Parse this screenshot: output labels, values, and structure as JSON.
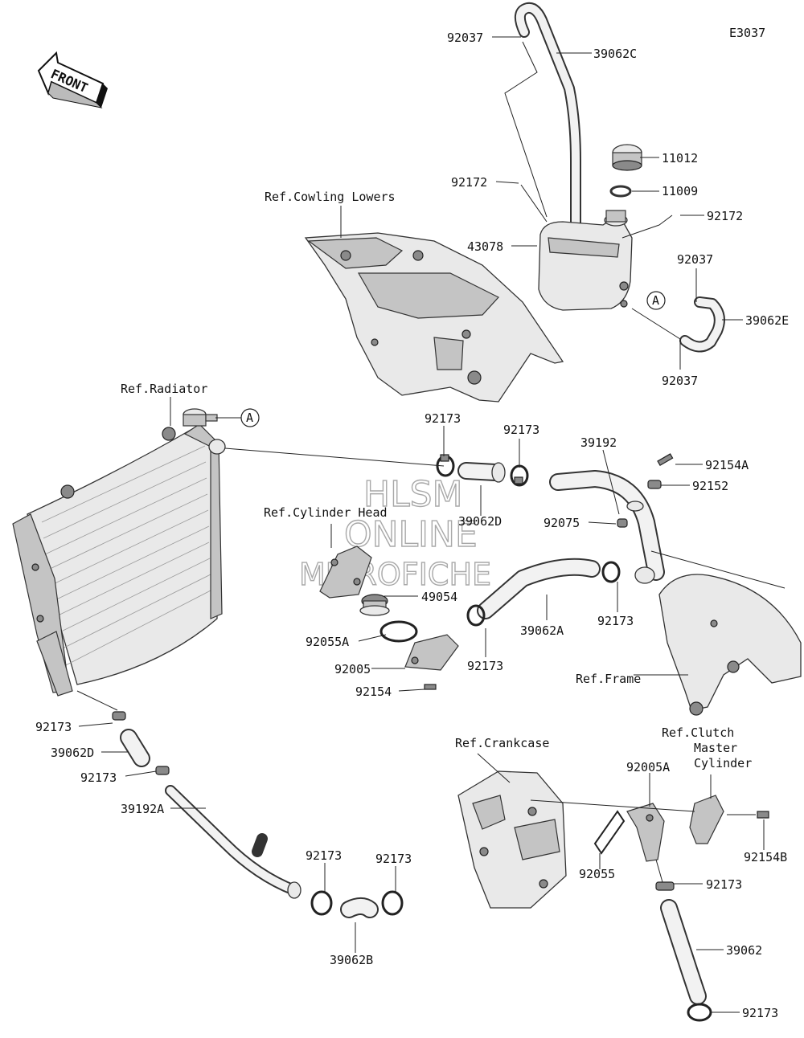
{
  "diagram_code": "E3037",
  "front_label": "FRONT",
  "watermark": [
    "HLSM",
    "ONLINE",
    "MICROFICHE"
  ],
  "callout_letter": "A",
  "refs": {
    "cowling_lowers": "Ref.Cowling Lowers",
    "radiator": "Ref.Radiator",
    "cylinder_head": "Ref.Cylinder Head",
    "frame": "Ref.Frame",
    "crankcase": "Ref.Crankcase",
    "clutch_master_cylinder": [
      "Ref.Clutch",
      "Master",
      "Cylinder"
    ]
  },
  "parts": {
    "p92037_top": "92037",
    "p39062C": "39062C",
    "p11012": "11012",
    "p11009": "11009",
    "p92172_left": "92172",
    "p92172_right": "92172",
    "p43078": "43078",
    "p92037_mid": "92037",
    "p39062E": "39062E",
    "p92037_low": "92037",
    "p92173_a": "92173",
    "p92173_b": "92173",
    "p39192": "39192",
    "p92154A": "92154A",
    "p92152": "92152",
    "p39062D_top": "39062D",
    "p92075": "92075",
    "p49054": "49054",
    "p92055A": "92055A",
    "p92005": "92005",
    "p92154": "92154",
    "p92173_c": "92173",
    "p39062A": "39062A",
    "p92173_d": "92173",
    "p92173_e": "92173",
    "p39062D_left": "39062D",
    "p92173_f": "92173",
    "p39192A": "39192A",
    "p92173_g": "92173",
    "p92173_h": "92173",
    "p39062B": "39062B",
    "p92005A": "92005A",
    "p92154B": "92154B",
    "p92055": "92055",
    "p92173_i": "92173",
    "p39062": "39062",
    "p92173_j": "92173"
  }
}
